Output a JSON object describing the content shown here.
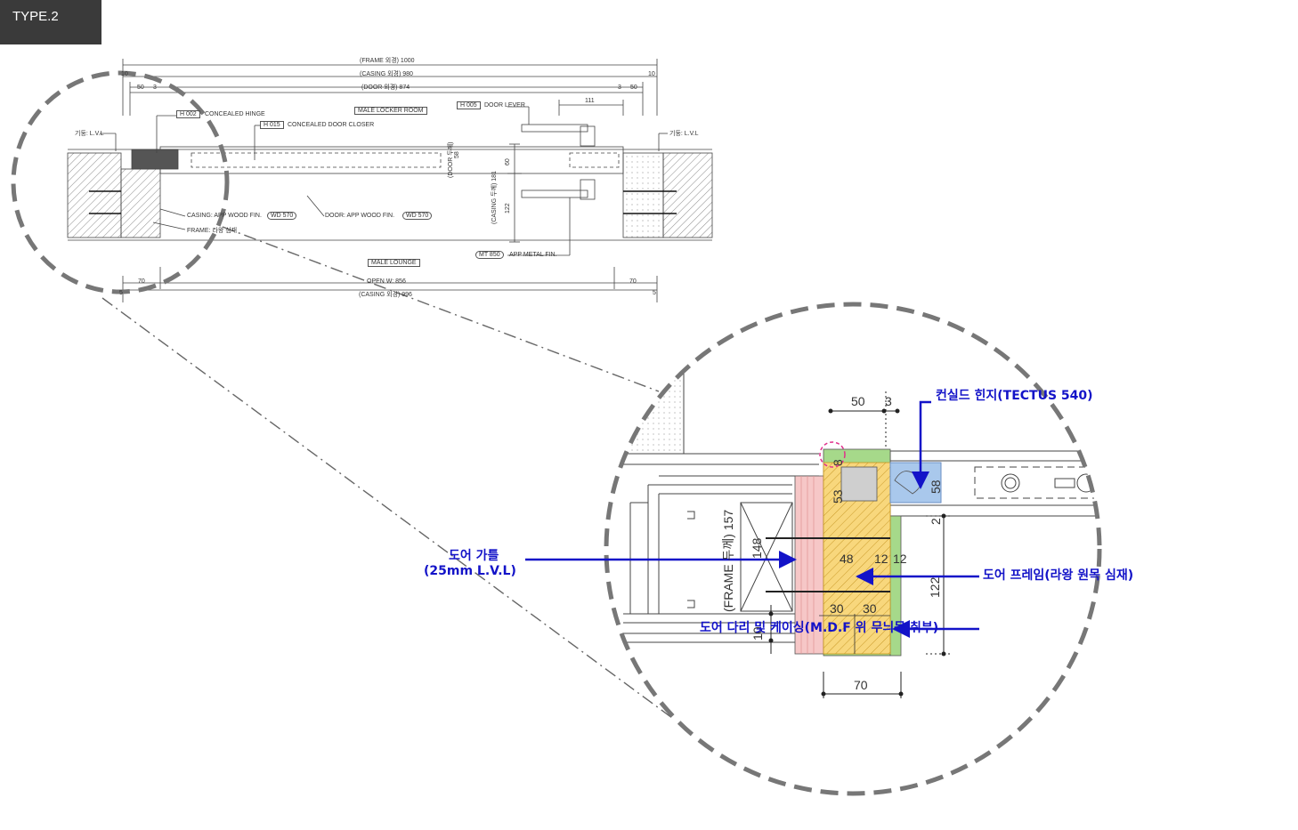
{
  "type_tag": "TYPE.2",
  "plan": {
    "dim_frame_outer": "(FRAME 외경) 1000",
    "dim_casing_inner": "(CASING 외경) 980",
    "dim_door_outer": "(DOOR 외경) 874",
    "dim_10_left": "10",
    "dim_10_right": "10",
    "dim_50_left": "50",
    "dim_3_left": "3",
    "dim_3_right": "3",
    "dim_50_right": "50",
    "dim_111": "111",
    "hinge_code": "H 002",
    "hinge_label": "CONCEALED HINGE",
    "closer_code": "H 015",
    "closer_label": "CONCEALED DOOR CLOSER",
    "room_top": "MALE LOCKER ROOM",
    "lever_code": "H 005",
    "lever_label": "DOOR LEVER",
    "lvl_left": "기둥: L.V.L",
    "lvl_right": "기둥: L.V.L",
    "door_thickness": "(DOOR 두께)",
    "door_58": "58",
    "casing_thickness": "(CASING 두께) 181",
    "dim_60": "60",
    "dim_122": "122",
    "casing_note": "CASING: APP WOOD FIN.",
    "casing_code": "WD 570",
    "frame_note": "FRAME: 라왕 심재",
    "door_note": "DOOR: APP WOOD FIN.",
    "door_code": "WD 570",
    "metal_code": "MT 850",
    "metal_note": "APP METAL FIN.",
    "room_bottom": "MALE LOUNGE",
    "dim_70_left": "70",
    "dim_70_right": "70",
    "open_width": "OPEN W: 856",
    "casing_outer_bottom": "(CASING 외경) 996",
    "dim_5_left": "5",
    "dim_5_right": "5"
  },
  "detail": {
    "dim_50": "50",
    "dim_3": "3",
    "dim_8": "8",
    "dim_53": "53",
    "dim_58": "58",
    "dim_2": "2",
    "dim_148": "148",
    "frame_thickness": "(FRAME 두께) 157",
    "dim_48": "48",
    "dim_12a": "12",
    "dim_12b": "12",
    "dim_122": "122",
    "dim_30a": "30",
    "dim_30b": "30",
    "dim_10": "10",
    "dim_70": "70"
  },
  "callouts": {
    "hinge": "컨실드 힌지(TECTUS 540)",
    "stud_line1": "도어 가틀",
    "stud_line2": "(25mm L.V.L)",
    "frame": "도어 프레임(라왕 원목 심재)",
    "casing": "도어 다리 및 케이싱(M.D.F 위 무늬목 취부)"
  },
  "colors": {
    "callout_blue": "#1313c8",
    "frame_yellow": "#f8d77c",
    "casing_green": "#a6d98a",
    "lvl_pink": "#f6c7c7",
    "hinge_blue": "#a9c8ec",
    "circle_gray": "#777777",
    "marker_magenta": "#e0308c"
  }
}
